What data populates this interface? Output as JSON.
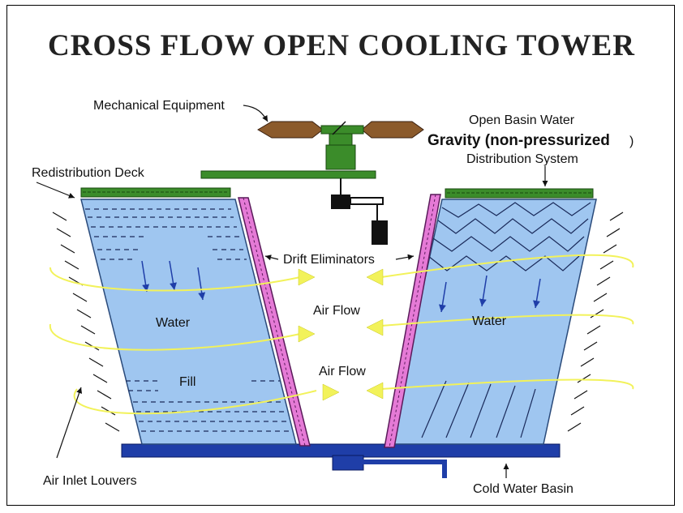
{
  "title": "CROSS FLOW OPEN COOLING TOWER",
  "labels": {
    "mechanical_equipment": "Mechanical Equipment",
    "open_basin_water": "Open Basin Water",
    "gravity": "Gravity (non-pressurized",
    "gravity_paren": ")",
    "distribution_system": "Distribution System",
    "redistribution_deck": "Redistribution Deck",
    "drift_eliminators": "Drift Eliminators",
    "air_flow_1": "Air Flow",
    "air_flow_2": "Air Flow",
    "water_left": "Water",
    "water_right": "Water",
    "fill": "Fill",
    "air_inlet_louvers": "Air Inlet Louvers",
    "cold_water_basin": "Cold Water Basin"
  },
  "colors": {
    "fill_blue": "#9fc6f0",
    "basin_blue": "#1f3ea8",
    "eliminator_pink": "#e57ad6",
    "deck_green": "#3b8c2a",
    "fan_brown": "#8b5a2b",
    "airflow_yellow": "#f2f25a"
  }
}
